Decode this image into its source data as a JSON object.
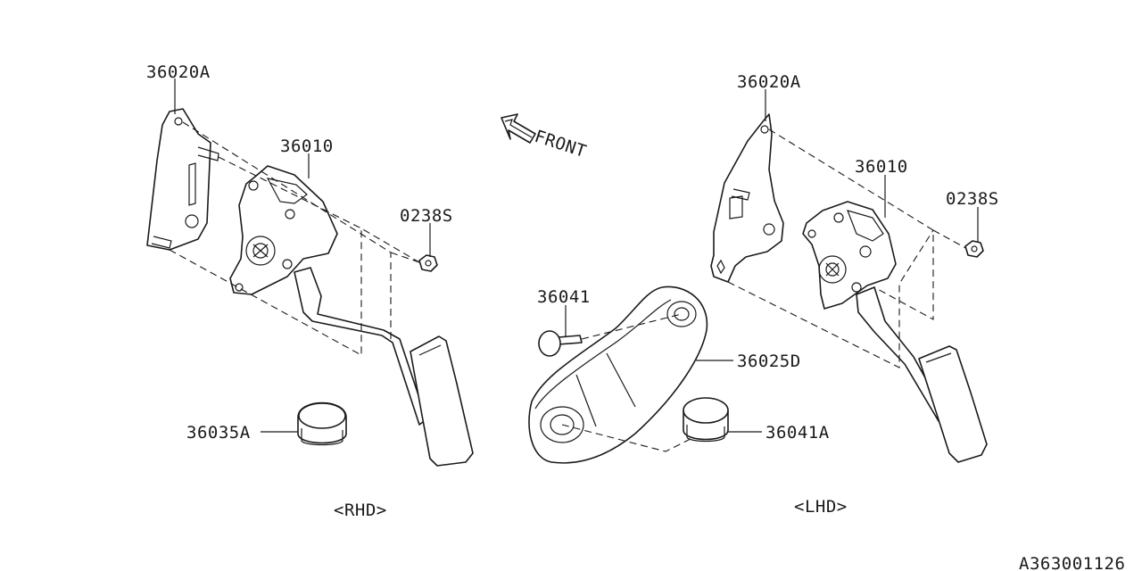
{
  "labels": {
    "rhd_bracket": "36020A",
    "rhd_pedal": "36010",
    "rhd_nut": "0238S",
    "rhd_stopper": "36035A",
    "lhd_bracket": "36020A",
    "lhd_pedal": "36010",
    "lhd_nut": "0238S",
    "pad_screw": "36041",
    "pad": "36025D",
    "lhd_stopper": "36041A",
    "front": "FRONT",
    "rhd": "<RHD>",
    "lhd": "<LHD>",
    "diagram_id": "A363001126"
  },
  "colors": {
    "line": "#1a1a1a",
    "background": "#ffffff"
  },
  "icons": {
    "front_arrow": "front-arrow-icon"
  }
}
